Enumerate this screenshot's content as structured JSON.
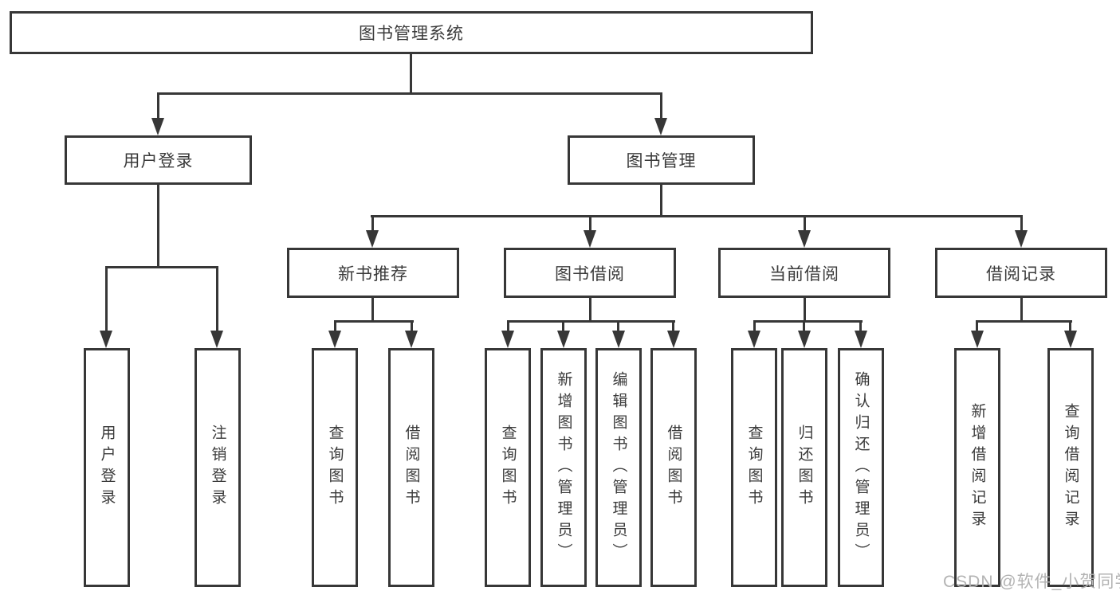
{
  "title": "图书管理系统",
  "level2": {
    "login": "用户登录",
    "management": "图书管理"
  },
  "level3": {
    "recommend": "新书推荐",
    "borrow": "图书借阅",
    "current": "当前借阅",
    "record": "借阅记录"
  },
  "leaves": {
    "login": [
      "用户登录",
      "注销登录"
    ],
    "recommend": [
      "查询图书",
      "借阅图书"
    ],
    "borrow": [
      "查询图书",
      "新增图书（管理员）",
      "编辑图书（管理员）",
      "借阅图书"
    ],
    "current": [
      "查询图书",
      "归还图书",
      "确认归还（管理员）"
    ],
    "record": [
      "新增借阅记录",
      "查询借阅记录"
    ]
  },
  "watermark": "CSDN @软件_小贺同学",
  "colors": {
    "line": "#373737",
    "text": "#3a3a3a",
    "box_bg": "#ffffff",
    "watermark": "#b3b3b3",
    "background": "#ffffff"
  }
}
